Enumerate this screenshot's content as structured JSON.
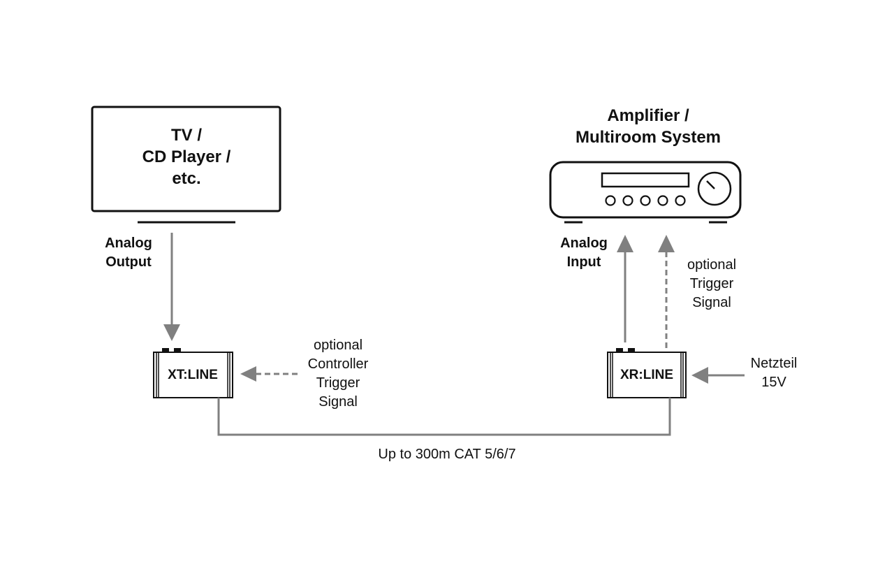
{
  "source_device": {
    "title_lines": [
      "TV /",
      "CD Player /",
      "etc."
    ],
    "output_label_lines": [
      "Analog",
      "Output"
    ]
  },
  "target_device": {
    "title_lines": [
      "Amplifier /",
      "Multiroom System"
    ],
    "input_label_lines": [
      "Analog",
      "Input"
    ],
    "trigger_label_lines": [
      "optional",
      "Trigger",
      "Signal"
    ]
  },
  "transmitter": {
    "label": "XT:LINE",
    "controller_label_lines": [
      "optional",
      "Controller",
      "Trigger",
      "Signal"
    ]
  },
  "receiver": {
    "label": "XR:LINE",
    "power_label_lines": [
      "Netzteil",
      "15V"
    ]
  },
  "cable": {
    "label": "Up to 300m CAT 5/6/7"
  },
  "colors": {
    "outline": "#111111",
    "arrow": "#808080",
    "background": "#ffffff"
  }
}
